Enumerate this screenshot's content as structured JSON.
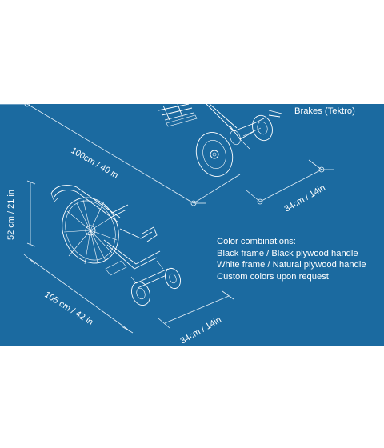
{
  "callouts": {
    "brakes": "Brakes (Tektro)"
  },
  "dimensions": {
    "length_top": "100cm / 40 in",
    "width_top": "34cm / 14in",
    "height": "52 cm / 21 in",
    "length_bottom": "105 cm / 42 in",
    "width_bottom": "34cm / 14in"
  },
  "color_info": {
    "heading": "Color combinations:",
    "options": [
      "Black frame / Black plywood handle",
      "White frame / Natural plywood handle",
      "Custom colors upon request"
    ]
  },
  "colors": {
    "background": "#1b6aa0",
    "linework": "#ffffff"
  }
}
